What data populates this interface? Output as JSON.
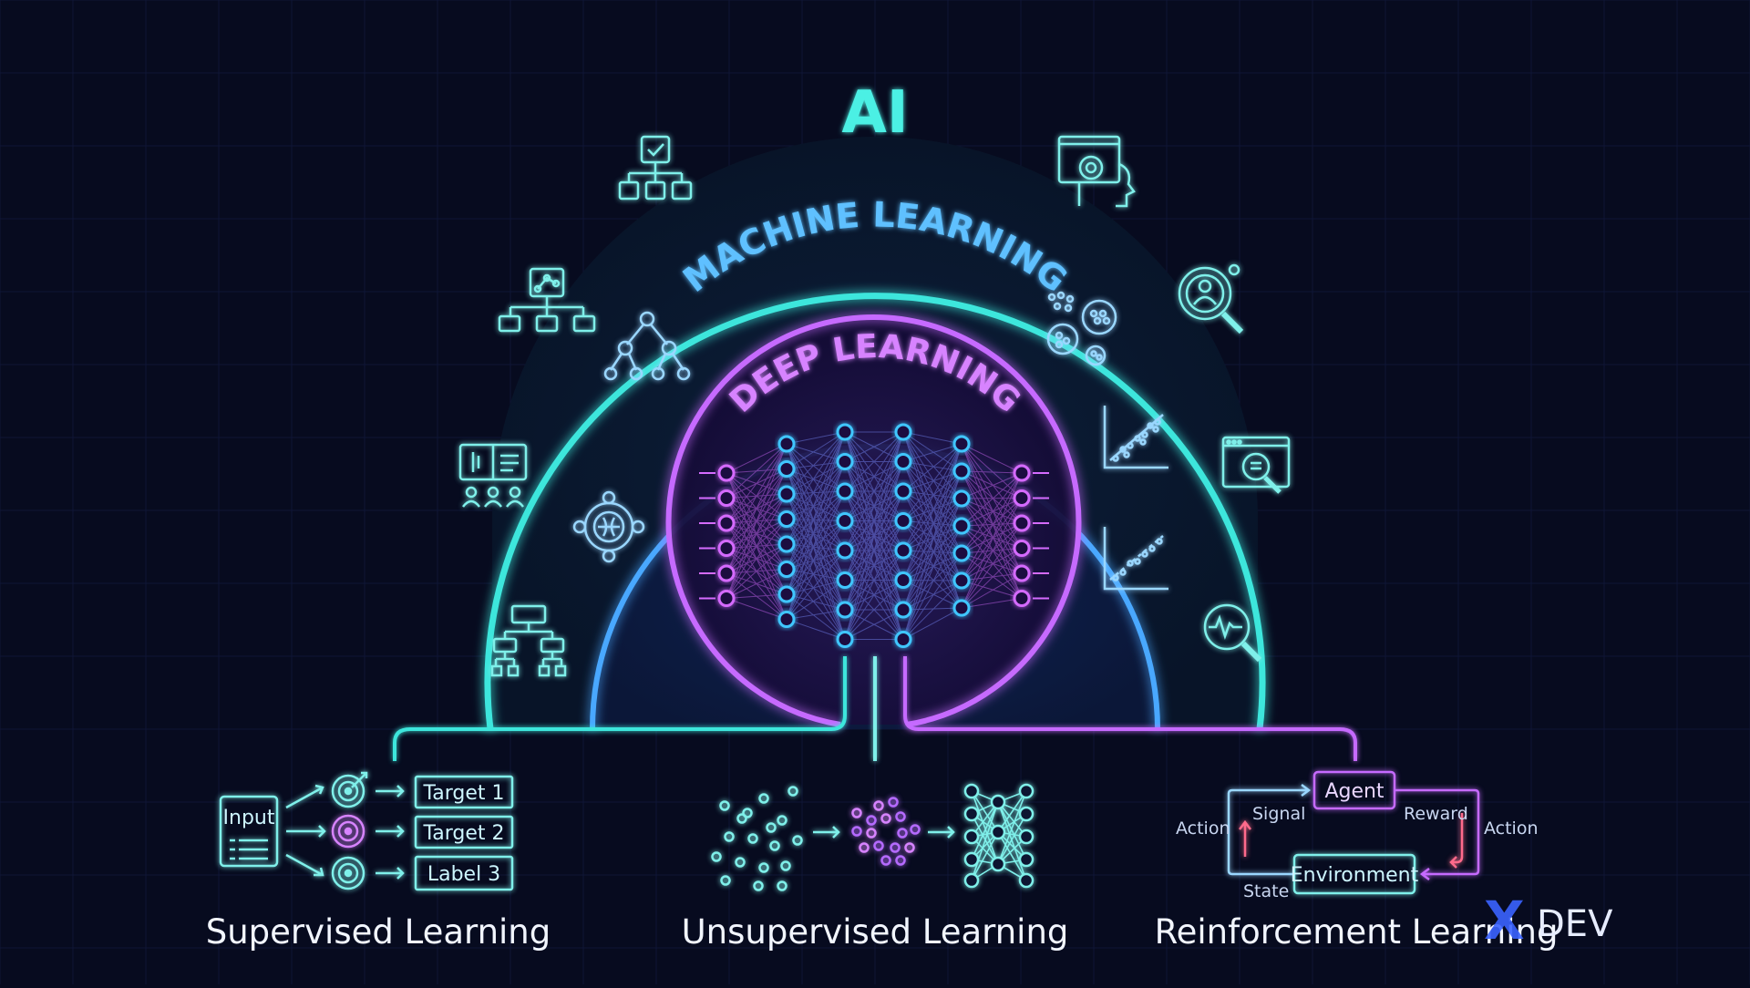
{
  "colors": {
    "background": "#070b1f",
    "ai_ring": "#3ee6dc",
    "ml_ring": "#4aa8ff",
    "dl_ring": "#c66bff",
    "neuron_cyan": "#3fc6ff",
    "neuron_purple": "#d56bff"
  },
  "diagram": {
    "ai_label": "AI",
    "ml_label": "MACHINE LEARNING",
    "dl_label": "DEEP LEARNING"
  },
  "icons": [
    "hierarchy-check-icon",
    "network-chart-icon",
    "decision-tree-icon",
    "presentation-group-icon",
    "brain-cycle-icon",
    "org-chart-icon",
    "head-gear-icon",
    "search-person-icon",
    "clusters-icon",
    "scatter-trend-icon",
    "regression-chart-icon",
    "web-search-icon",
    "pulse-search-icon"
  ],
  "supervised": {
    "title": "Supervised Learning",
    "input_label": "Input",
    "targets": [
      "Target 1",
      "Target 2",
      "Label 3"
    ]
  },
  "unsupervised": {
    "title": "Unsupervised Learning"
  },
  "reinforcement": {
    "title": "Reinforcement Learning",
    "agent": "Agent",
    "environment": "Environment",
    "signal": "Signal",
    "reward": "Reward",
    "action_left": "Action",
    "action_right": "Action",
    "state": "State"
  },
  "watermark": {
    "mark": "X",
    "text": "DEV"
  }
}
